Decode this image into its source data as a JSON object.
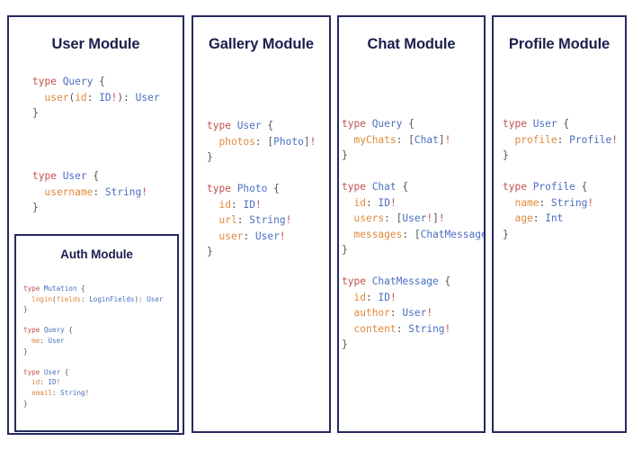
{
  "page": {
    "background_color": "#ffffff",
    "card_border_color": "#262a5e",
    "title_color": "#1b1f4b",
    "syntax_colors": {
      "keyword": "#c0504d",
      "type_name": "#4a6fc0",
      "field_name": "#e08a3c",
      "punctuation": "#555555"
    }
  },
  "cards": {
    "user": {
      "title": "User Module",
      "code_lines": [
        [
          {
            "t": "type ",
            "c": "kw"
          },
          {
            "t": "Query",
            "c": "tn"
          },
          {
            "t": " {",
            "c": "pn"
          }
        ],
        [
          {
            "t": "  ",
            "c": "pn"
          },
          {
            "t": "user",
            "c": "fld"
          },
          {
            "t": "(",
            "c": "pn"
          },
          {
            "t": "id",
            "c": "fld"
          },
          {
            "t": ": ",
            "c": "pn"
          },
          {
            "t": "ID",
            "c": "tn"
          },
          {
            "t": "!",
            "c": "bang"
          },
          {
            "t": "): ",
            "c": "pn"
          },
          {
            "t": "User",
            "c": "tn"
          }
        ],
        [
          {
            "t": "}",
            "c": "pn"
          }
        ],
        [],
        [],
        [],
        [
          {
            "t": "type ",
            "c": "kw"
          },
          {
            "t": "User",
            "c": "tn"
          },
          {
            "t": " {",
            "c": "pn"
          }
        ],
        [
          {
            "t": "  ",
            "c": "pn"
          },
          {
            "t": "username",
            "c": "fld"
          },
          {
            "t": ": ",
            "c": "pn"
          },
          {
            "t": "String",
            "c": "tn"
          },
          {
            "t": "!",
            "c": "bang"
          }
        ],
        [
          {
            "t": "}",
            "c": "pn"
          }
        ]
      ],
      "nested": {
        "auth": {
          "title": "Auth Module",
          "code_lines": [
            [
              {
                "t": "type ",
                "c": "kw"
              },
              {
                "t": "Mutation",
                "c": "tn"
              },
              {
                "t": " {",
                "c": "pn"
              }
            ],
            [
              {
                "t": "  ",
                "c": "pn"
              },
              {
                "t": "login",
                "c": "fld"
              },
              {
                "t": "(",
                "c": "pn"
              },
              {
                "t": "fields",
                "c": "fld"
              },
              {
                "t": ": ",
                "c": "pn"
              },
              {
                "t": "LoginFields",
                "c": "tn"
              },
              {
                "t": "): ",
                "c": "pn"
              },
              {
                "t": "User",
                "c": "tn"
              }
            ],
            [
              {
                "t": "}",
                "c": "pn"
              }
            ],
            [],
            [
              {
                "t": "type ",
                "c": "kw"
              },
              {
                "t": "Query",
                "c": "tn"
              },
              {
                "t": " {",
                "c": "pn"
              }
            ],
            [
              {
                "t": "  ",
                "c": "pn"
              },
              {
                "t": "me",
                "c": "fld"
              },
              {
                "t": ": ",
                "c": "pn"
              },
              {
                "t": "User",
                "c": "tn"
              }
            ],
            [
              {
                "t": "}",
                "c": "pn"
              }
            ],
            [],
            [
              {
                "t": "type ",
                "c": "kw"
              },
              {
                "t": "User",
                "c": "tn"
              },
              {
                "t": " {",
                "c": "pn"
              }
            ],
            [
              {
                "t": "  ",
                "c": "pn"
              },
              {
                "t": "id",
                "c": "fld"
              },
              {
                "t": ": ",
                "c": "pn"
              },
              {
                "t": "ID",
                "c": "tn"
              },
              {
                "t": "!",
                "c": "bang"
              }
            ],
            [
              {
                "t": "  ",
                "c": "pn"
              },
              {
                "t": "email",
                "c": "fld"
              },
              {
                "t": ": ",
                "c": "pn"
              },
              {
                "t": "String",
                "c": "tn"
              },
              {
                "t": "!",
                "c": "bang"
              }
            ],
            [
              {
                "t": "}",
                "c": "pn"
              }
            ]
          ]
        }
      }
    },
    "gallery": {
      "title": "Gallery Module",
      "code_lines": [
        [
          {
            "t": "type ",
            "c": "kw"
          },
          {
            "t": "User",
            "c": "tn"
          },
          {
            "t": " {",
            "c": "pn"
          }
        ],
        [
          {
            "t": "  ",
            "c": "pn"
          },
          {
            "t": "photos",
            "c": "fld"
          },
          {
            "t": ": [",
            "c": "pn"
          },
          {
            "t": "Photo",
            "c": "tn"
          },
          {
            "t": "]",
            "c": "pn"
          },
          {
            "t": "!",
            "c": "bang"
          }
        ],
        [
          {
            "t": "}",
            "c": "pn"
          }
        ],
        [],
        [
          {
            "t": "type ",
            "c": "kw"
          },
          {
            "t": "Photo",
            "c": "tn"
          },
          {
            "t": " {",
            "c": "pn"
          }
        ],
        [
          {
            "t": "  ",
            "c": "pn"
          },
          {
            "t": "id",
            "c": "fld"
          },
          {
            "t": ": ",
            "c": "pn"
          },
          {
            "t": "ID",
            "c": "tn"
          },
          {
            "t": "!",
            "c": "bang"
          }
        ],
        [
          {
            "t": "  ",
            "c": "pn"
          },
          {
            "t": "url",
            "c": "fld"
          },
          {
            "t": ": ",
            "c": "pn"
          },
          {
            "t": "String",
            "c": "tn"
          },
          {
            "t": "!",
            "c": "bang"
          }
        ],
        [
          {
            "t": "  ",
            "c": "pn"
          },
          {
            "t": "user",
            "c": "fld"
          },
          {
            "t": ": ",
            "c": "pn"
          },
          {
            "t": "User",
            "c": "tn"
          },
          {
            "t": "!",
            "c": "bang"
          }
        ],
        [
          {
            "t": "}",
            "c": "pn"
          }
        ]
      ]
    },
    "chat": {
      "title": "Chat Module",
      "code_lines": [
        [
          {
            "t": "type ",
            "c": "kw"
          },
          {
            "t": "Query",
            "c": "tn"
          },
          {
            "t": " {",
            "c": "pn"
          }
        ],
        [
          {
            "t": "  ",
            "c": "pn"
          },
          {
            "t": "myChats",
            "c": "fld"
          },
          {
            "t": ": [",
            "c": "pn"
          },
          {
            "t": "Chat",
            "c": "tn"
          },
          {
            "t": "]",
            "c": "pn"
          },
          {
            "t": "!",
            "c": "bang"
          }
        ],
        [
          {
            "t": "}",
            "c": "pn"
          }
        ],
        [],
        [
          {
            "t": "type ",
            "c": "kw"
          },
          {
            "t": "Chat",
            "c": "tn"
          },
          {
            "t": " {",
            "c": "pn"
          }
        ],
        [
          {
            "t": "  ",
            "c": "pn"
          },
          {
            "t": "id",
            "c": "fld"
          },
          {
            "t": ": ",
            "c": "pn"
          },
          {
            "t": "ID",
            "c": "tn"
          },
          {
            "t": "!",
            "c": "bang"
          }
        ],
        [
          {
            "t": "  ",
            "c": "pn"
          },
          {
            "t": "users",
            "c": "fld"
          },
          {
            "t": ": [",
            "c": "pn"
          },
          {
            "t": "User",
            "c": "tn"
          },
          {
            "t": "!",
            "c": "bang"
          },
          {
            "t": "]",
            "c": "pn"
          },
          {
            "t": "!",
            "c": "bang"
          }
        ],
        [
          {
            "t": "  ",
            "c": "pn"
          },
          {
            "t": "messages",
            "c": "fld"
          },
          {
            "t": ": [",
            "c": "pn"
          },
          {
            "t": "ChatMessage",
            "c": "tn"
          },
          {
            "t": "]",
            "c": "pn"
          },
          {
            "t": "!",
            "c": "bang"
          }
        ],
        [
          {
            "t": "}",
            "c": "pn"
          }
        ],
        [],
        [
          {
            "t": "type ",
            "c": "kw"
          },
          {
            "t": "ChatMessage",
            "c": "tn"
          },
          {
            "t": " {",
            "c": "pn"
          }
        ],
        [
          {
            "t": "  ",
            "c": "pn"
          },
          {
            "t": "id",
            "c": "fld"
          },
          {
            "t": ": ",
            "c": "pn"
          },
          {
            "t": "ID",
            "c": "tn"
          },
          {
            "t": "!",
            "c": "bang"
          }
        ],
        [
          {
            "t": "  ",
            "c": "pn"
          },
          {
            "t": "author",
            "c": "fld"
          },
          {
            "t": ": ",
            "c": "pn"
          },
          {
            "t": "User",
            "c": "tn"
          },
          {
            "t": "!",
            "c": "bang"
          }
        ],
        [
          {
            "t": "  ",
            "c": "pn"
          },
          {
            "t": "content",
            "c": "fld"
          },
          {
            "t": ": ",
            "c": "pn"
          },
          {
            "t": "String",
            "c": "tn"
          },
          {
            "t": "!",
            "c": "bang"
          }
        ],
        [
          {
            "t": "}",
            "c": "pn"
          }
        ]
      ]
    },
    "profile": {
      "title": "Profile Module",
      "code_lines": [
        [
          {
            "t": "type ",
            "c": "kw"
          },
          {
            "t": "User",
            "c": "tn"
          },
          {
            "t": " {",
            "c": "pn"
          }
        ],
        [
          {
            "t": "  ",
            "c": "pn"
          },
          {
            "t": "profile",
            "c": "fld"
          },
          {
            "t": ": ",
            "c": "pn"
          },
          {
            "t": "Profile",
            "c": "tn"
          },
          {
            "t": "!",
            "c": "bang"
          }
        ],
        [
          {
            "t": "}",
            "c": "pn"
          }
        ],
        [],
        [
          {
            "t": "type ",
            "c": "kw"
          },
          {
            "t": "Profile",
            "c": "tn"
          },
          {
            "t": " {",
            "c": "pn"
          }
        ],
        [
          {
            "t": "  ",
            "c": "pn"
          },
          {
            "t": "name",
            "c": "fld"
          },
          {
            "t": ": ",
            "c": "pn"
          },
          {
            "t": "String",
            "c": "tn"
          },
          {
            "t": "!",
            "c": "bang"
          }
        ],
        [
          {
            "t": "  ",
            "c": "pn"
          },
          {
            "t": "age",
            "c": "fld"
          },
          {
            "t": ": ",
            "c": "pn"
          },
          {
            "t": "Int",
            "c": "tn"
          }
        ],
        [
          {
            "t": "}",
            "c": "pn"
          }
        ]
      ]
    }
  }
}
